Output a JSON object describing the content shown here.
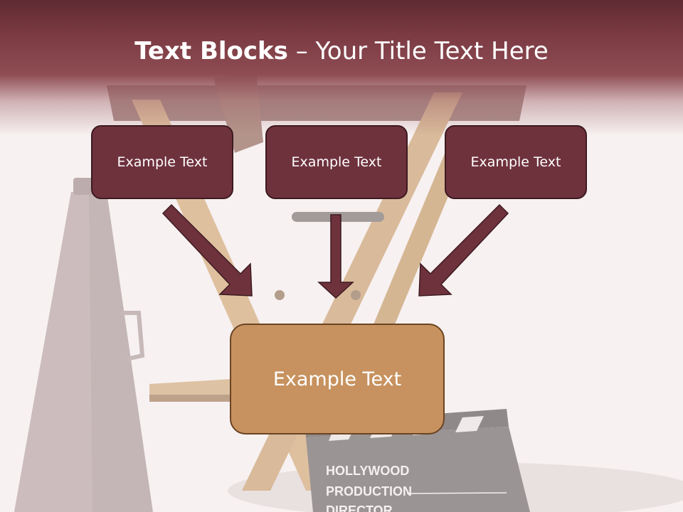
{
  "slide": {
    "title_bold": "Text Blocks",
    "title_dash": " – ",
    "title_rest": "Your Title Text Here"
  },
  "blocks": {
    "left": "Example Text",
    "center": "Example Text",
    "right": "Example Text",
    "main": "Example Text"
  },
  "clapboard": {
    "line1": "HOLLYWOOD",
    "line2": "PRODUCTION",
    "line3": "DIRECTOR"
  },
  "colors": {
    "header": "#7b3a42",
    "box_fill": "#6e323d",
    "main_box_fill": "#c7925f",
    "arrow": "#6e323d"
  }
}
